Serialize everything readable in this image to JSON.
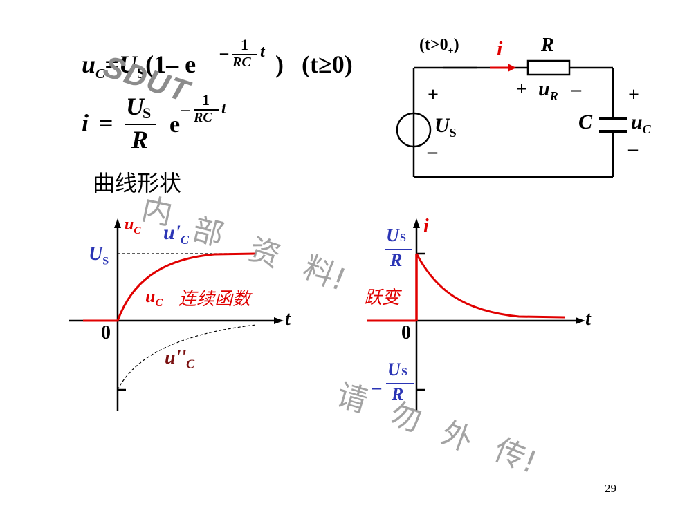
{
  "formula_uc": {
    "lhs": "u",
    "lhs_sub": "C",
    "eq": "=",
    "Us": "U",
    "Us_sub": "S",
    "paren_open": "(1– e",
    "exp_minus": "–",
    "exp_num": "1",
    "exp_den": "RC",
    "exp_t": "t",
    "paren_close": ")",
    "condition": "(t≥0)"
  },
  "formula_i": {
    "lhs": "i",
    "eq": "=",
    "num": "U",
    "num_sub": "S",
    "den": "R",
    "e": "e",
    "exp_minus": "–",
    "exp_num": "1",
    "exp_den": "RC",
    "exp_t": "t"
  },
  "heading_shape": "曲线形状",
  "circuit": {
    "time_label": "(t>0",
    "time_sub": "+",
    "time_close": ")",
    "current_label": "i",
    "resistor_label": "R",
    "source_plus": "+",
    "source_minus": "–",
    "source_label": "U",
    "source_sub": "S",
    "ur_plus": "+",
    "ur_label": "u",
    "ur_sub": "R",
    "ur_minus": "–",
    "cap_label": "C",
    "uc_plus": "+",
    "uc_label": "u",
    "uc_sub": "C",
    "uc_minus": "–"
  },
  "left_graph": {
    "y_label": "u",
    "y_sub": "C",
    "steady_label": "u'",
    "steady_sub": "C",
    "us_label": "U",
    "us_sub": "S",
    "curve_label": "u",
    "curve_sub": "C",
    "curve_note": "连续函数",
    "origin": "0",
    "t_label": "t",
    "transient_label": "u''",
    "transient_sub": "C"
  },
  "right_graph": {
    "y_label": "i",
    "top_num": "U",
    "top_sub": "S",
    "top_den": "R",
    "jump_label": "跃变",
    "origin": "0",
    "t_label": "t",
    "bottom_minus": "–",
    "bottom_num": "U",
    "bottom_sub": "S",
    "bottom_den": "R"
  },
  "watermarks": {
    "sdut": "SDUT",
    "w1": "内",
    "w2": "部",
    "w3": "资",
    "w4": "料!",
    "w5": "请",
    "w6": "勿",
    "w7": "外",
    "w8": "传!"
  },
  "page_number": "29",
  "colors": {
    "red": "#e00000",
    "blue": "#2b35b5",
    "darkred": "#7a1010",
    "black": "#000000"
  }
}
